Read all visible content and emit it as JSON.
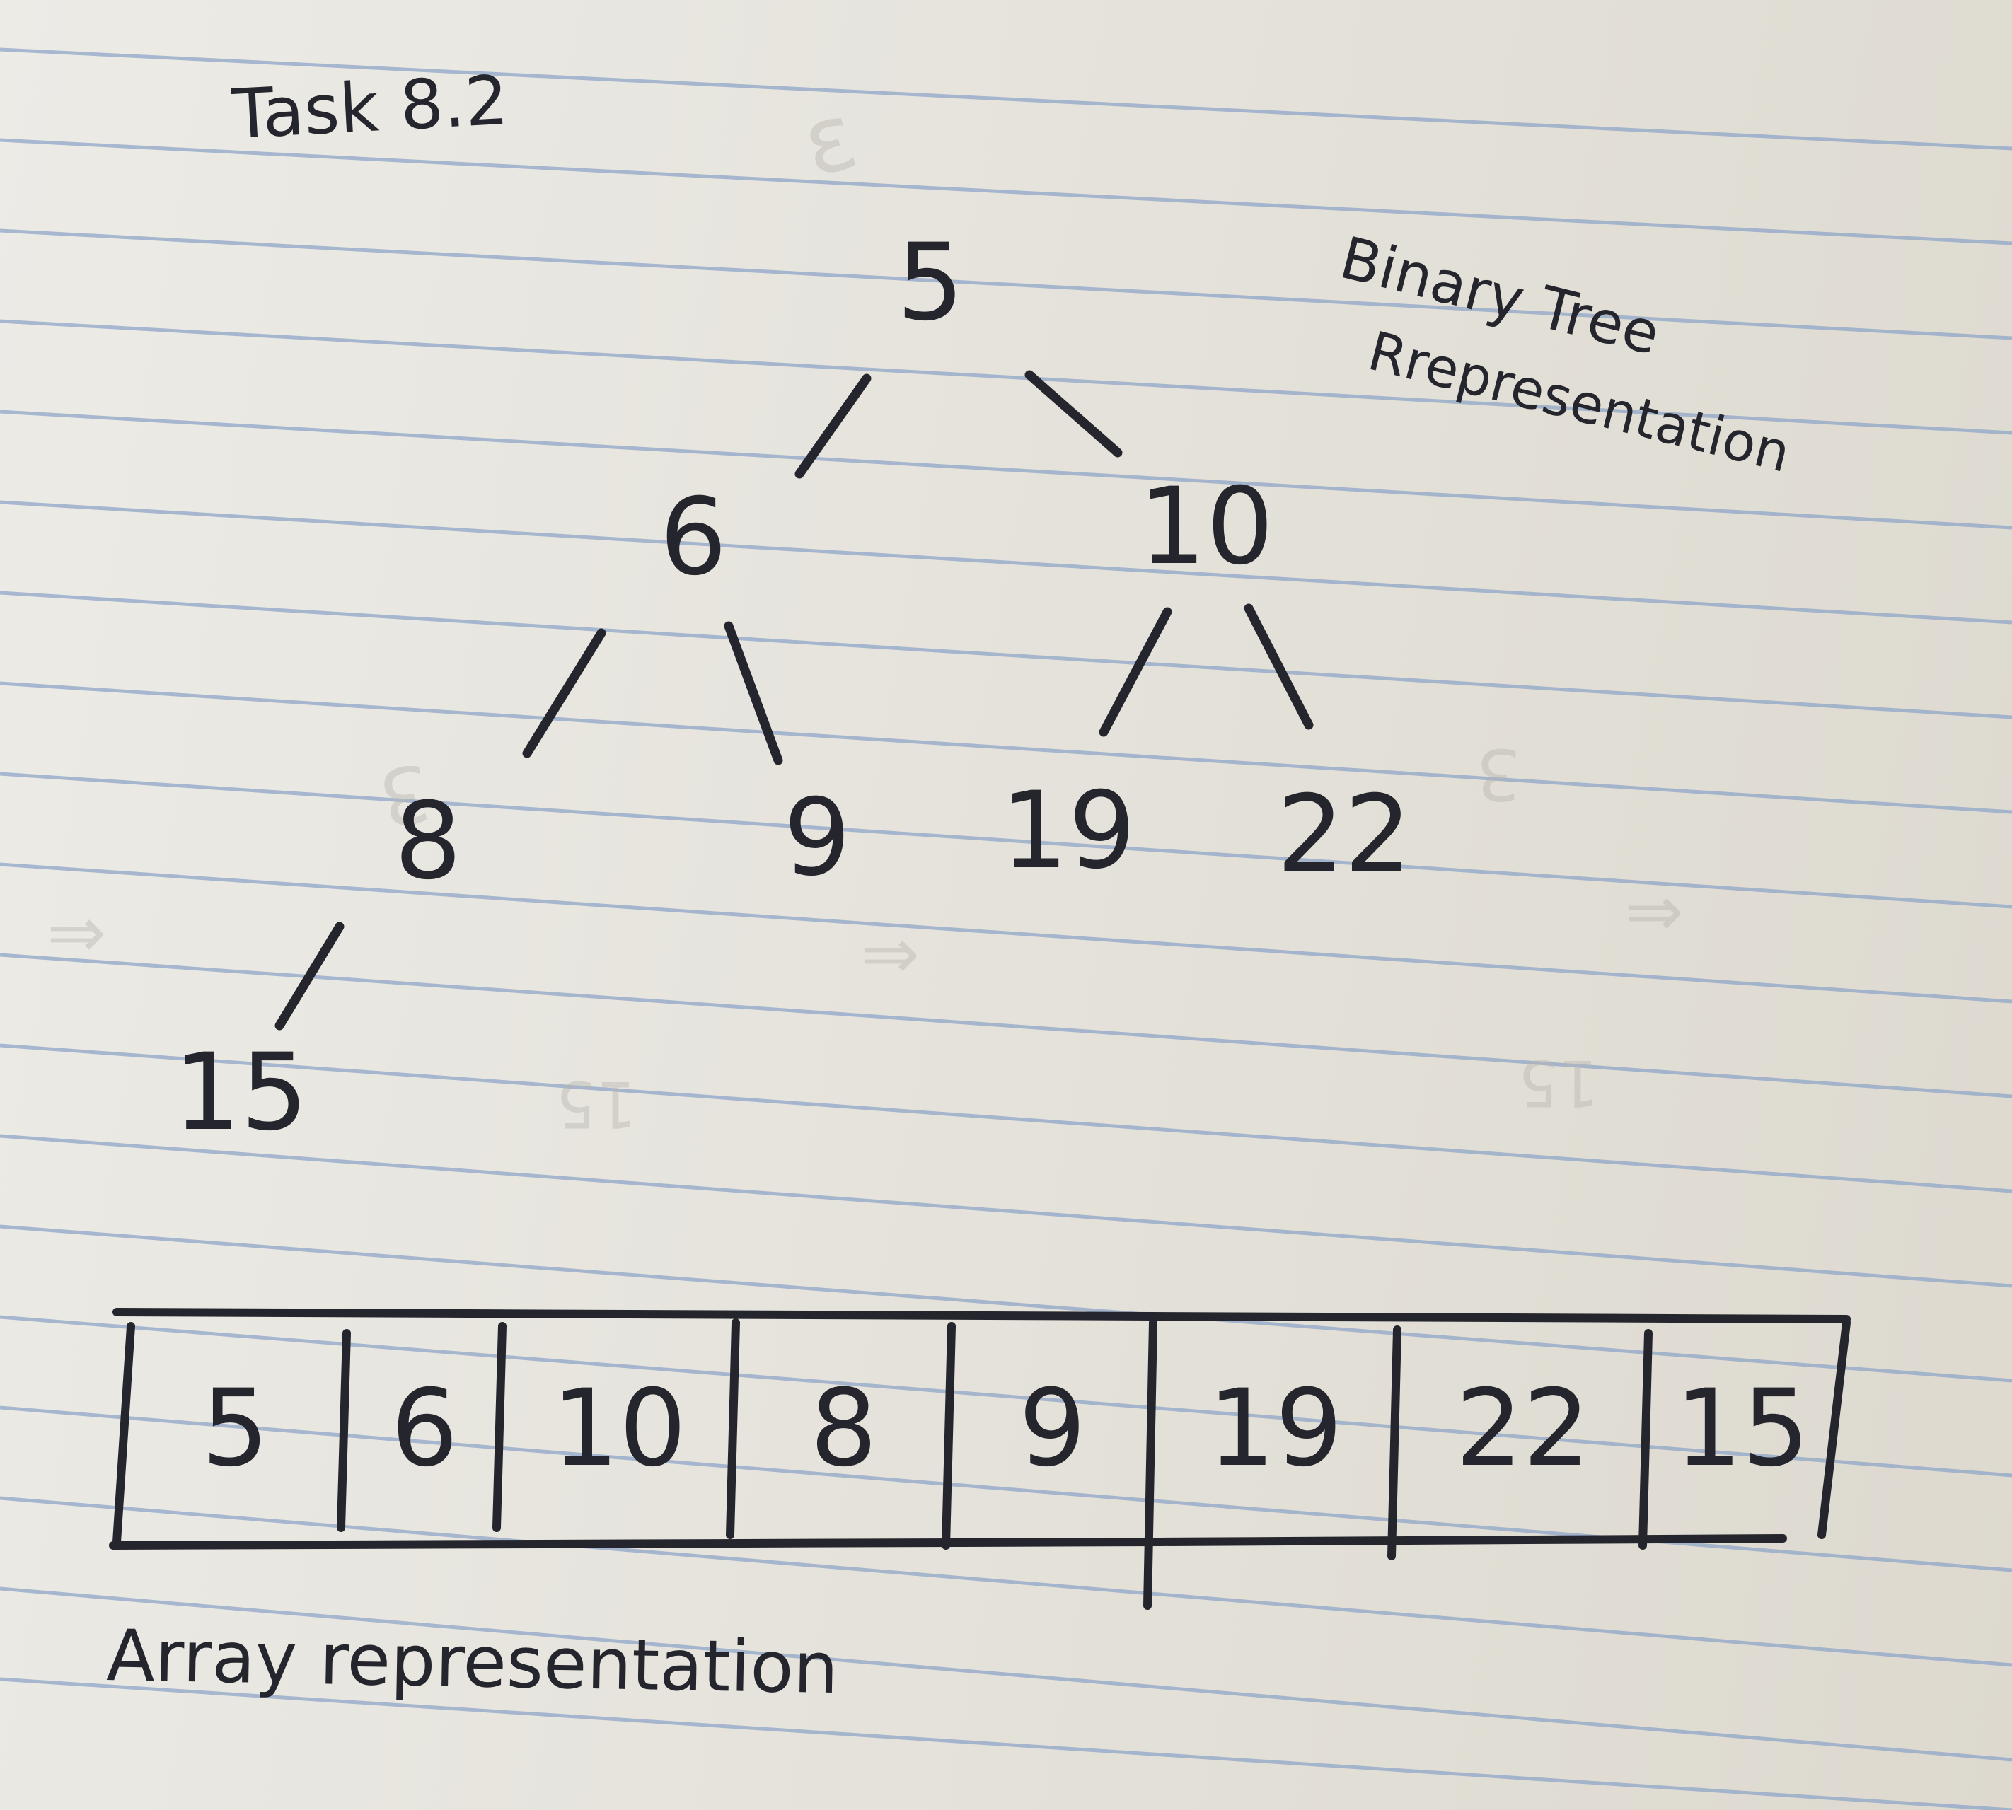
{
  "title": "Task 8.2",
  "tree_label": [
    "Binary Tree",
    "Rrepresentation"
  ],
  "array_label": "Array representation",
  "tree": {
    "nodes": [
      "5",
      "6",
      "10",
      "8",
      "9",
      "19",
      "22",
      "15"
    ]
  },
  "array": {
    "cells": [
      "5",
      "6",
      "10",
      "8",
      "9",
      "19",
      "22",
      "15"
    ]
  },
  "colors": {
    "ink": "#25262d",
    "rule_line": "#8fa6c8",
    "paper": "#e9e7e1"
  }
}
